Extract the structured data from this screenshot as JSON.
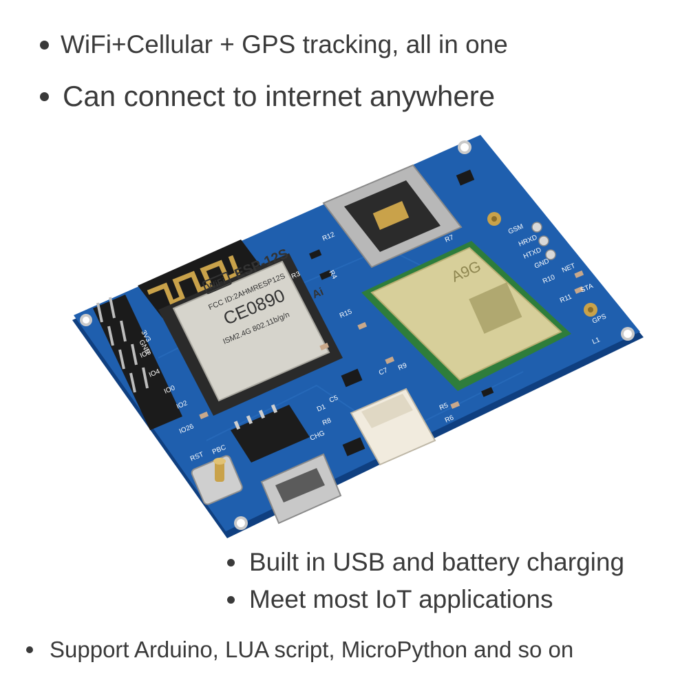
{
  "bullets": [
    "WiFi+Cellular + GPS tracking, all in one",
    "Can connect to internet anywhere",
    "Built in USB and battery charging",
    "Meet most IoT applications",
    "Support Arduino, LUA script, MicroPython and so on"
  ],
  "board": {
    "wifi_module_lines": [
      "ESP-12S",
      "FCC ID:2AHMRESP12S",
      "ISM2.4G  802.11b/g/n"
    ],
    "wifi_module_badge": "WiFi",
    "ce_mark": "CE0890",
    "ai_logo": "Ai",
    "cellular_module_label": "A9G",
    "pin_labels_right": [
      "GSM",
      "HRXD",
      "HTXD",
      "GND",
      "NET",
      "STA",
      "GPS"
    ],
    "pin_labels_left": [
      "3V3",
      "GND",
      "IO5",
      "IO4",
      "IO0",
      "IO2",
      "IO26"
    ],
    "component_labels": [
      "R12",
      "R3",
      "R4",
      "R15",
      "R7",
      "R10",
      "R11",
      "R5",
      "R6",
      "R8",
      "R9",
      "C5",
      "C7",
      "D1",
      "L1",
      "CHG",
      "RST",
      "PBC"
    ],
    "colors": {
      "pcb": "#1f5fae",
      "pcb_edge": "#0f3f80",
      "gold": "#c9a24a",
      "module_silver": "#d6d4cc",
      "cellular_shield": "#d7cf9a",
      "text": "#3a3a3a"
    }
  }
}
